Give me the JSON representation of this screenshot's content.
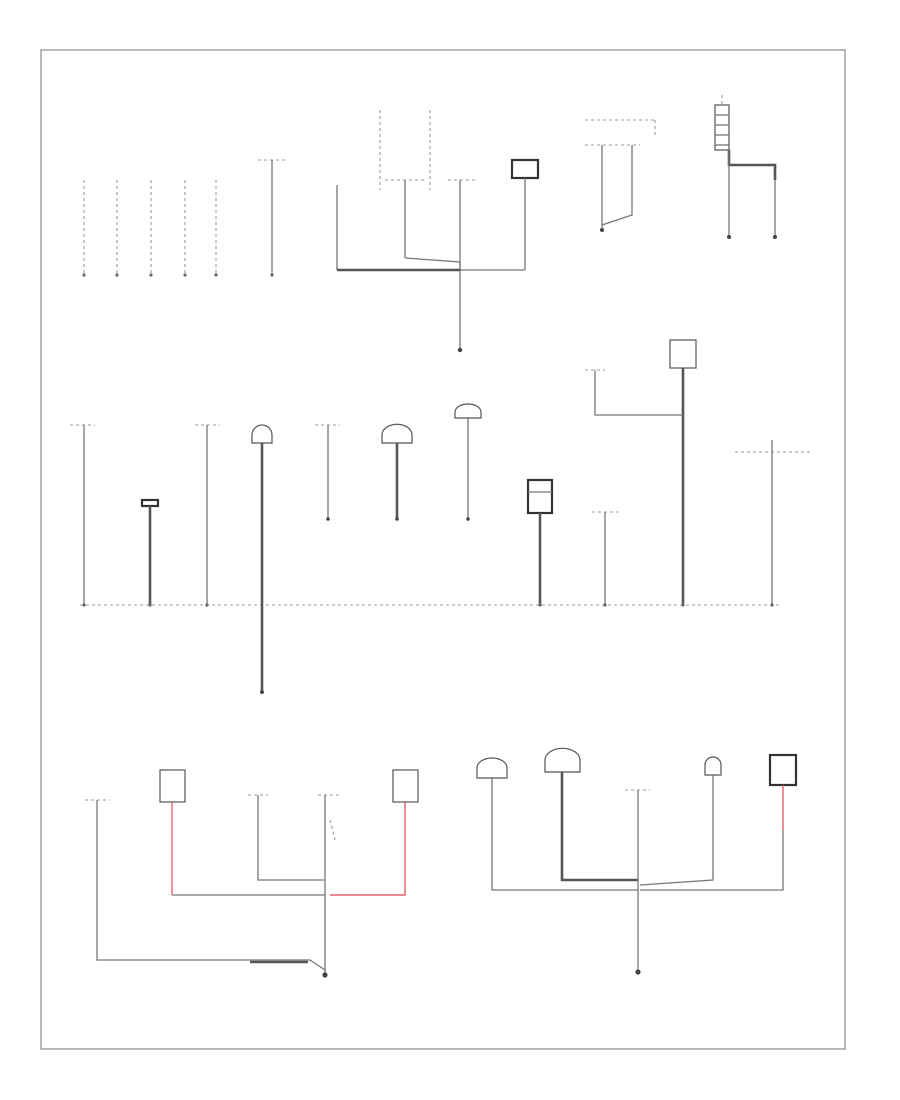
{
  "diagram": {
    "figure_code": "",
    "colors": {
      "frame": "#8a8a8a",
      "wire": "#777777",
      "wire_highlight": "#e3626b",
      "component_outline": "#555555"
    },
    "note": "",
    "sections": [
      "top-row-ground-points",
      "middle-ground-bus",
      "bottom-left-ground-group",
      "bottom-right-ground-group"
    ]
  }
}
